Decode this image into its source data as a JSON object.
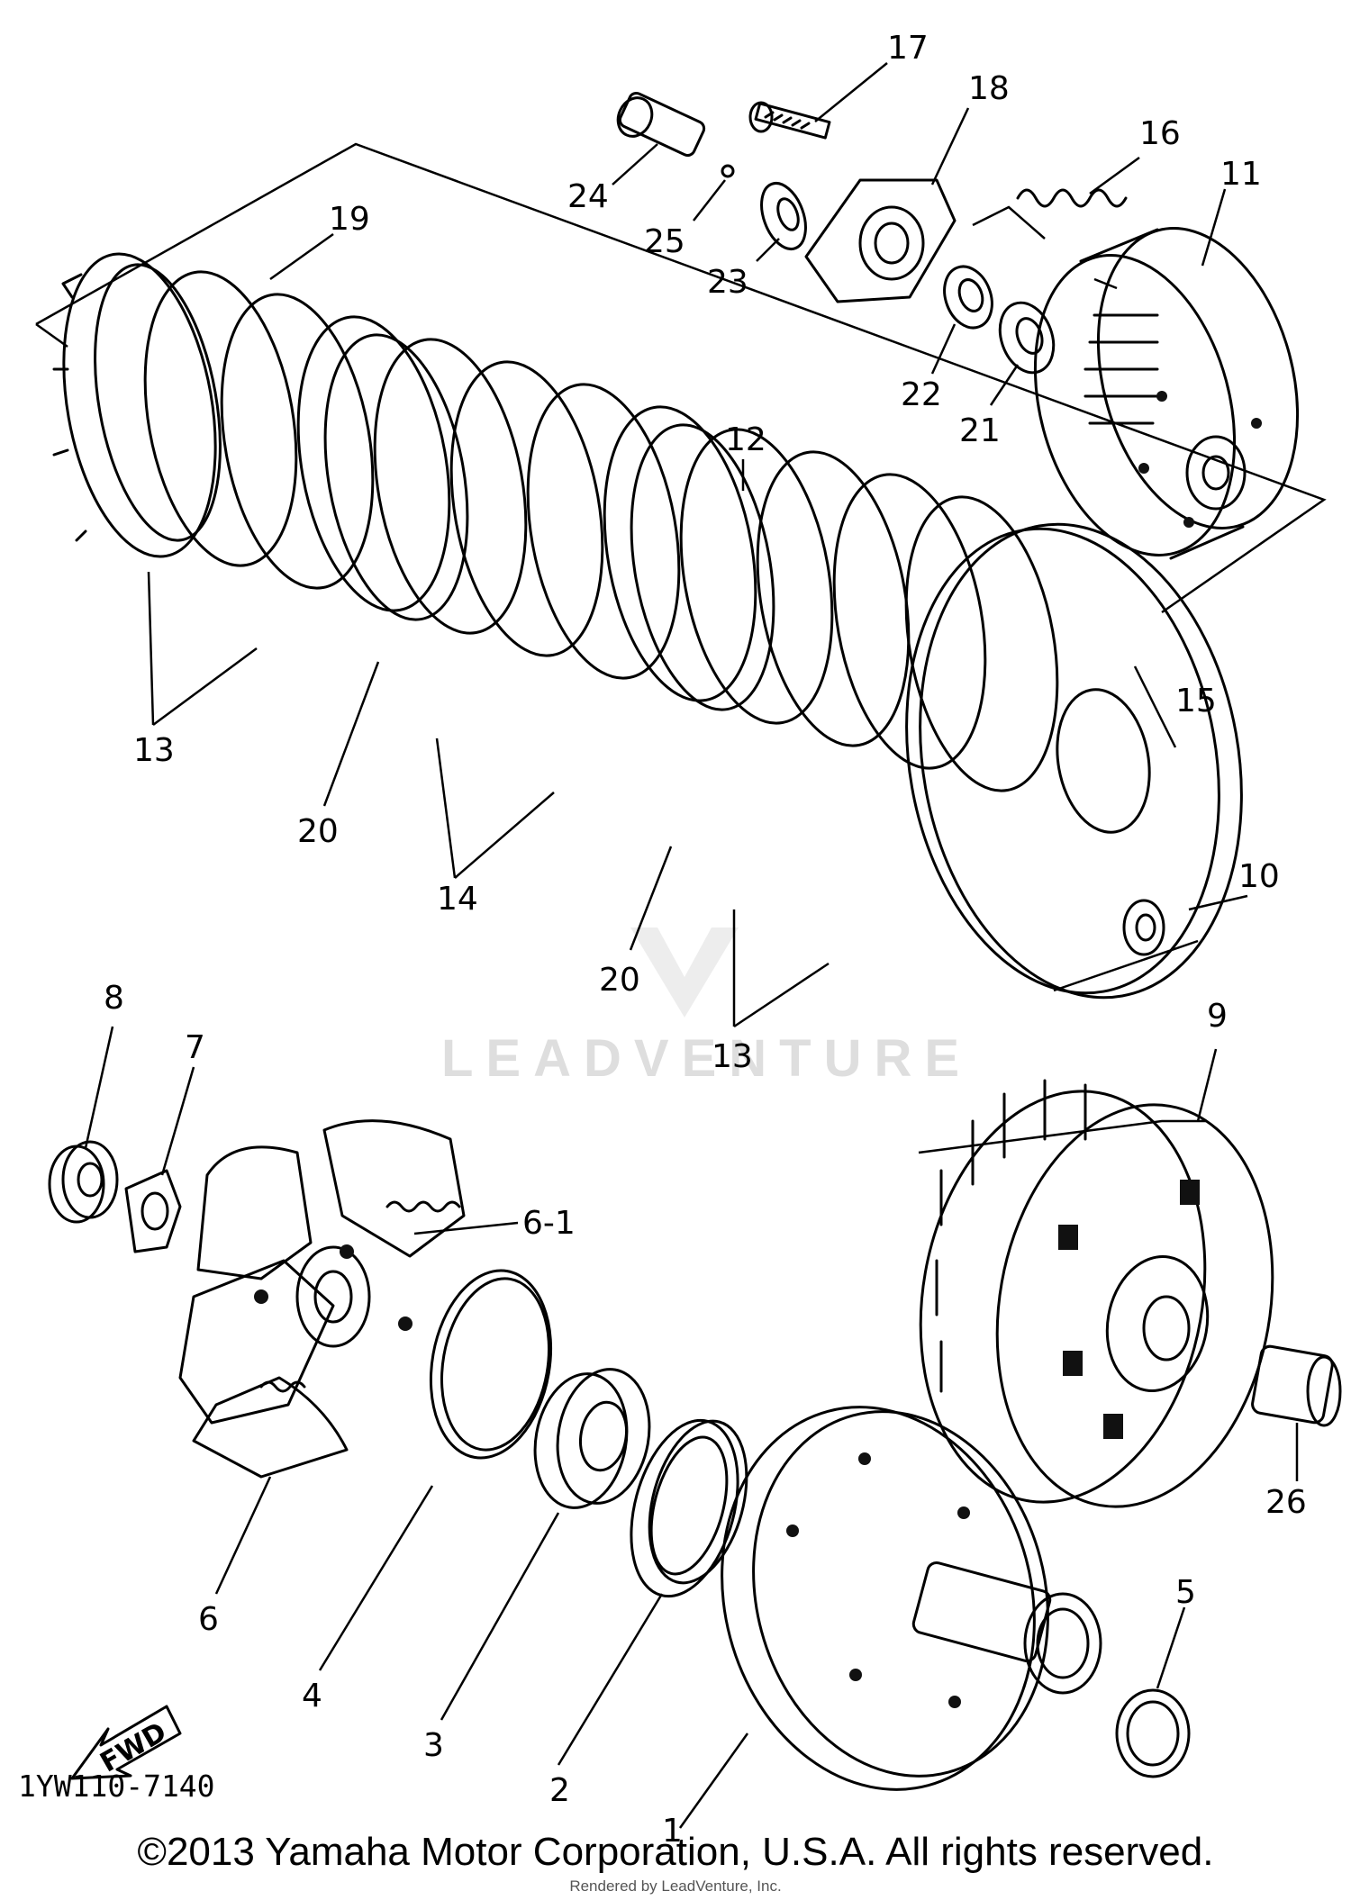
{
  "diagram_code": "1YW110-7140",
  "watermark": "LEADVENTURE",
  "fwd_label": "FWD",
  "copyright": "©2013 Yamaha Motor Corporation, U.S.A. All rights reserved.",
  "rendered_by": "Rendered by LeadVenture, Inc.",
  "callouts": {
    "c1": "1",
    "c2": "2",
    "c3": "3",
    "c4": "4",
    "c5": "5",
    "c6": "6",
    "c6_1": "6-1",
    "c7": "7",
    "c8": "8",
    "c9": "9",
    "c10": "10",
    "c11": "11",
    "c12": "12",
    "c13a": "13",
    "c13b": "13",
    "c14": "14",
    "c15": "15",
    "c16": "16",
    "c17": "17",
    "c18": "18",
    "c19": "19",
    "c20a": "20",
    "c20b": "20",
    "c21": "21",
    "c22": "22",
    "c23": "23",
    "c24": "24",
    "c25": "25",
    "c26": "26"
  }
}
